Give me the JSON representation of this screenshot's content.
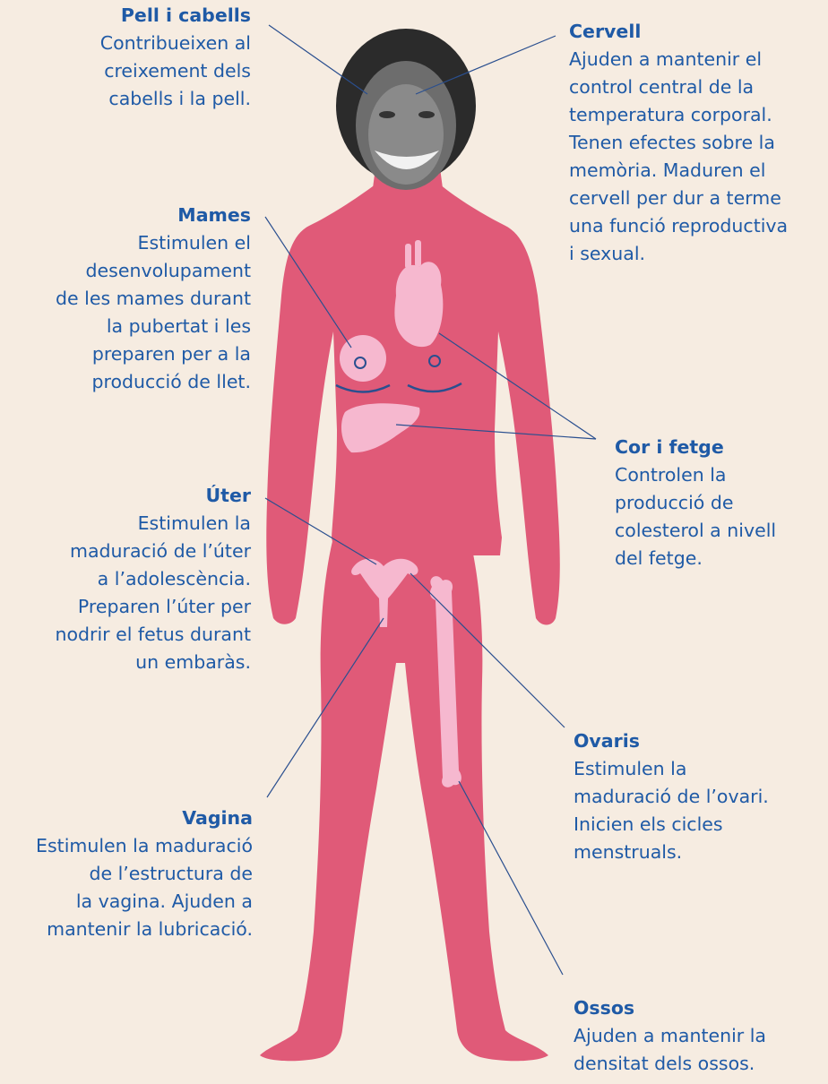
{
  "palette": {
    "background": "#f6ece1",
    "body": "#e05a78",
    "organ": "#f6b8cf",
    "text": "#1f5aa6",
    "leader": "#2a4f8f"
  },
  "labels": [
    {
      "id": "pell",
      "title": "Pell i cabells",
      "text": "Contribueixen al\ncreixement dels\ncabells i la pell."
    },
    {
      "id": "cervell",
      "title": "Cervell",
      "text": "Ajuden a mantenir el\ncontrol central de la\ntemperatura corporal.\nTenen efectes sobre la\nmemòria. Maduren el\ncervell per dur a terme\nuna funció reproductiva\ni sexual."
    },
    {
      "id": "mames",
      "title": "Mames",
      "text": "Estimulen el\ndesenvolupament\nde les mames durant\nla pubertat i les\npreparen per a la\nproducció de llet."
    },
    {
      "id": "cor",
      "title": "Cor i fetge",
      "text": "Controlen la\nproducció de\ncolesterol a nivell\ndel fetge."
    },
    {
      "id": "uter",
      "title": "Úter",
      "text": "Estimulen la\nmaduració de l’úter\na l’adolescència.\nPreparen l’úter per\nnodrir el fetus durant\nun embaràs."
    },
    {
      "id": "ovaris",
      "title": "Ovaris",
      "text": "Estimulen la\nmaduració de l’ovari.\nInicien els cicles\nmenstruals."
    },
    {
      "id": "vagina",
      "title": "Vagina",
      "text": "Estimulen la maduració\nde l’estructura de\nla vagina. Ajuden a\nmantenir la lubricació."
    },
    {
      "id": "ossos",
      "title": "Ossos",
      "text": "Ajuden a mantenir la\ndensitat dels ossos."
    }
  ],
  "icons": {
    "head": "woman-head-photo",
    "body": "body-silhouette",
    "heart": "heart-icon",
    "liver": "liver-icon",
    "uterus": "uterus-icon",
    "bone": "femur-bone-icon",
    "breasts": "breast-icon"
  }
}
